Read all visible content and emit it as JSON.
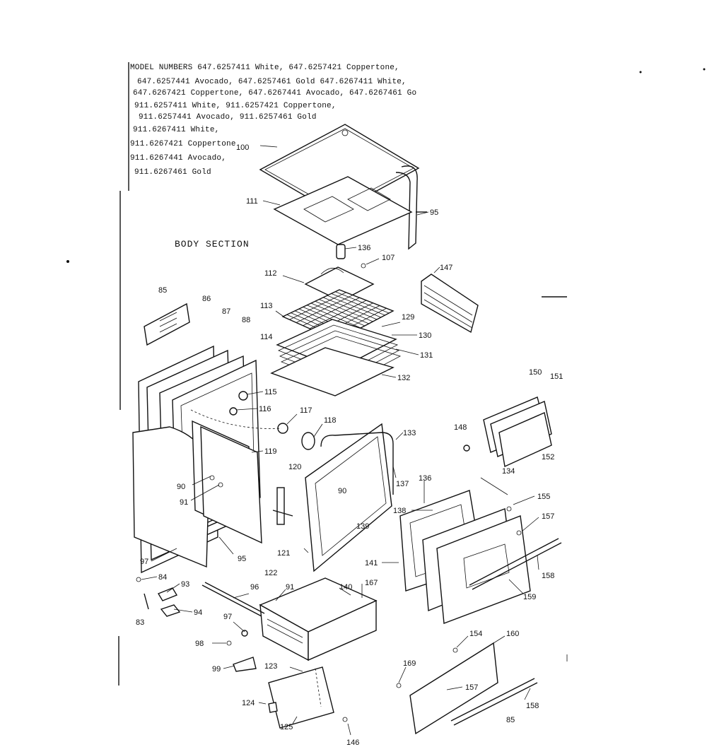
{
  "header": {
    "model_lines": [
      "MODEL NUMBERS 647.6257411 White, 647.6257421 Coppertone,",
      "647.6257441 Avocado, 647.6257461 Gold 647.6267411 White,",
      "647.6267421 Coppertone, 647.6267441 Avocado, 647.6267461 Go",
      "911.6257411 White, 911.6257421 Coppertone,",
      "911.6257441 Avocado, 911.6257461 Gold",
      "911.6267411 White,",
      "911.6267421 Coppertone",
      "911.6267441 Avocado,",
      "911.6267461 Gold"
    ]
  },
  "section_title": "BODY SECTION",
  "part_labels": {
    "p100": "100",
    "p111": "111",
    "p95a": "95",
    "p136a": "136",
    "p107": "107",
    "p147": "147",
    "p112": "112",
    "p85": "85",
    "p86": "86",
    "p87": "87",
    "p88": "88",
    "p113": "113",
    "p114": "114",
    "p129": "129",
    "p130": "130",
    "p131": "131",
    "p132": "132",
    "p115": "115",
    "p116": "116",
    "p117": "117",
    "p118": "118",
    "p119": "119",
    "p150": "150",
    "p151": "151",
    "p152": "152",
    "p148": "148",
    "p133": "133",
    "p120": "120",
    "p90a": "90",
    "p90b": "90",
    "p91a": "91",
    "p137": "137",
    "p136b": "136",
    "p134": "134",
    "p155": "155",
    "p138": "138",
    "p139": "139",
    "p157a": "157",
    "p95b": "95",
    "p97a": "97",
    "p121": "121",
    "p141": "141",
    "p158a": "158",
    "p159": "159",
    "p84": "84",
    "p93": "93",
    "p96": "96",
    "p122": "122",
    "p91b": "91",
    "p140": "140",
    "p167": "167",
    "p83": "83",
    "p94": "94",
    "p97b": "97",
    "p98": "98",
    "p154": "154",
    "p160": "160",
    "p169": "169",
    "p99": "99",
    "p123": "123",
    "p157b": "157",
    "p124": "124",
    "p125": "125",
    "p158b": "158",
    "p85b": "85",
    "p146": "146"
  }
}
